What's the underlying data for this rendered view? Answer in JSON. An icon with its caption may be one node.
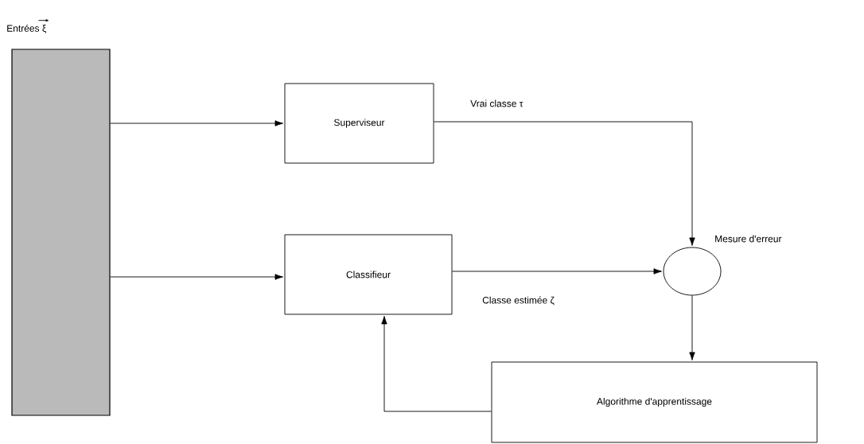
{
  "diagram": {
    "nodes": [
      {
        "text": [
          "Entrées ξ"
        ]
      },
      {
        "text": [
          "Superviseur"
        ]
      },
      {
        "text": [
          "Classifieur"
        ]
      },
      {
        "text": [],
        "shape": "circle",
        "beside": [
          "Mesure d'erreur"
        ]
      },
      {
        "text": [
          "Algorithme d'apprentissage"
        ]
      }
    ],
    "edges": [
      {
        "from": 0,
        "to": 1,
        "arrow": "to"
      },
      {
        "from": 0,
        "to": 2,
        "arrow": "to"
      },
      {
        "from": 1,
        "to": 3,
        "arrow": "to",
        "label": "Vrai classe τ"
      },
      {
        "from": 2,
        "to": 3,
        "arrow": "to",
        "label": "Classe estimée ζ"
      },
      {
        "from": 3,
        "to": 4,
        "arrow": "to"
      },
      {
        "from": 4,
        "to": 2,
        "arrow": "to"
      }
    ]
  }
}
